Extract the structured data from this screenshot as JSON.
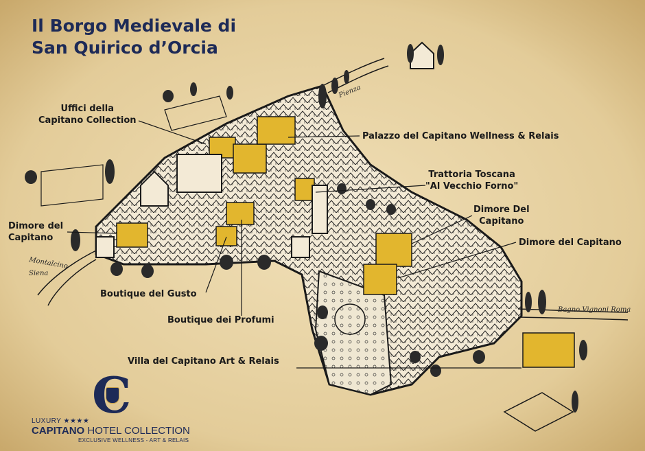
{
  "title": {
    "line1": "Il Borgo Medievale di",
    "line2": "San Quirico d’Orcia"
  },
  "labels": {
    "uffici": "Uffici della\nCapitano Collection",
    "palazzo": "Palazzo del Capitano Wellness & Relais",
    "trattoria": "Trattoria Toscana\n\"Al Vecchio Forno\"",
    "dimore_right_top": "Dimore Del\nCapitano",
    "dimore_right": "Dimore del Capitano",
    "dimore_left": "Dimore del\nCapitano",
    "boutique_gusto": "Boutique del Gusto",
    "boutique_profumi": "Boutique dei Profumi",
    "villa": "Villa del Capitano Art & Relais"
  },
  "routes": {
    "montalcino": "Montalcino",
    "siena": "Siena",
    "pienza": "Pienza",
    "bagno_vignoni": "Bagno Vignoni Roma"
  },
  "logo": {
    "mark": "C",
    "luxury": "LUXURY ★★★★",
    "brand_bold": "CAPITANO",
    "brand_rest": " HOTEL COLLECTION",
    "tagline": "EXCLUSIVE WELLNESS - ART & RELAIS"
  },
  "colors": {
    "parchment": "#e7d3a6",
    "ink": "#1a1a1a",
    "title_blue": "#1d2a57",
    "highlight_yellow": "#e2b62e"
  }
}
